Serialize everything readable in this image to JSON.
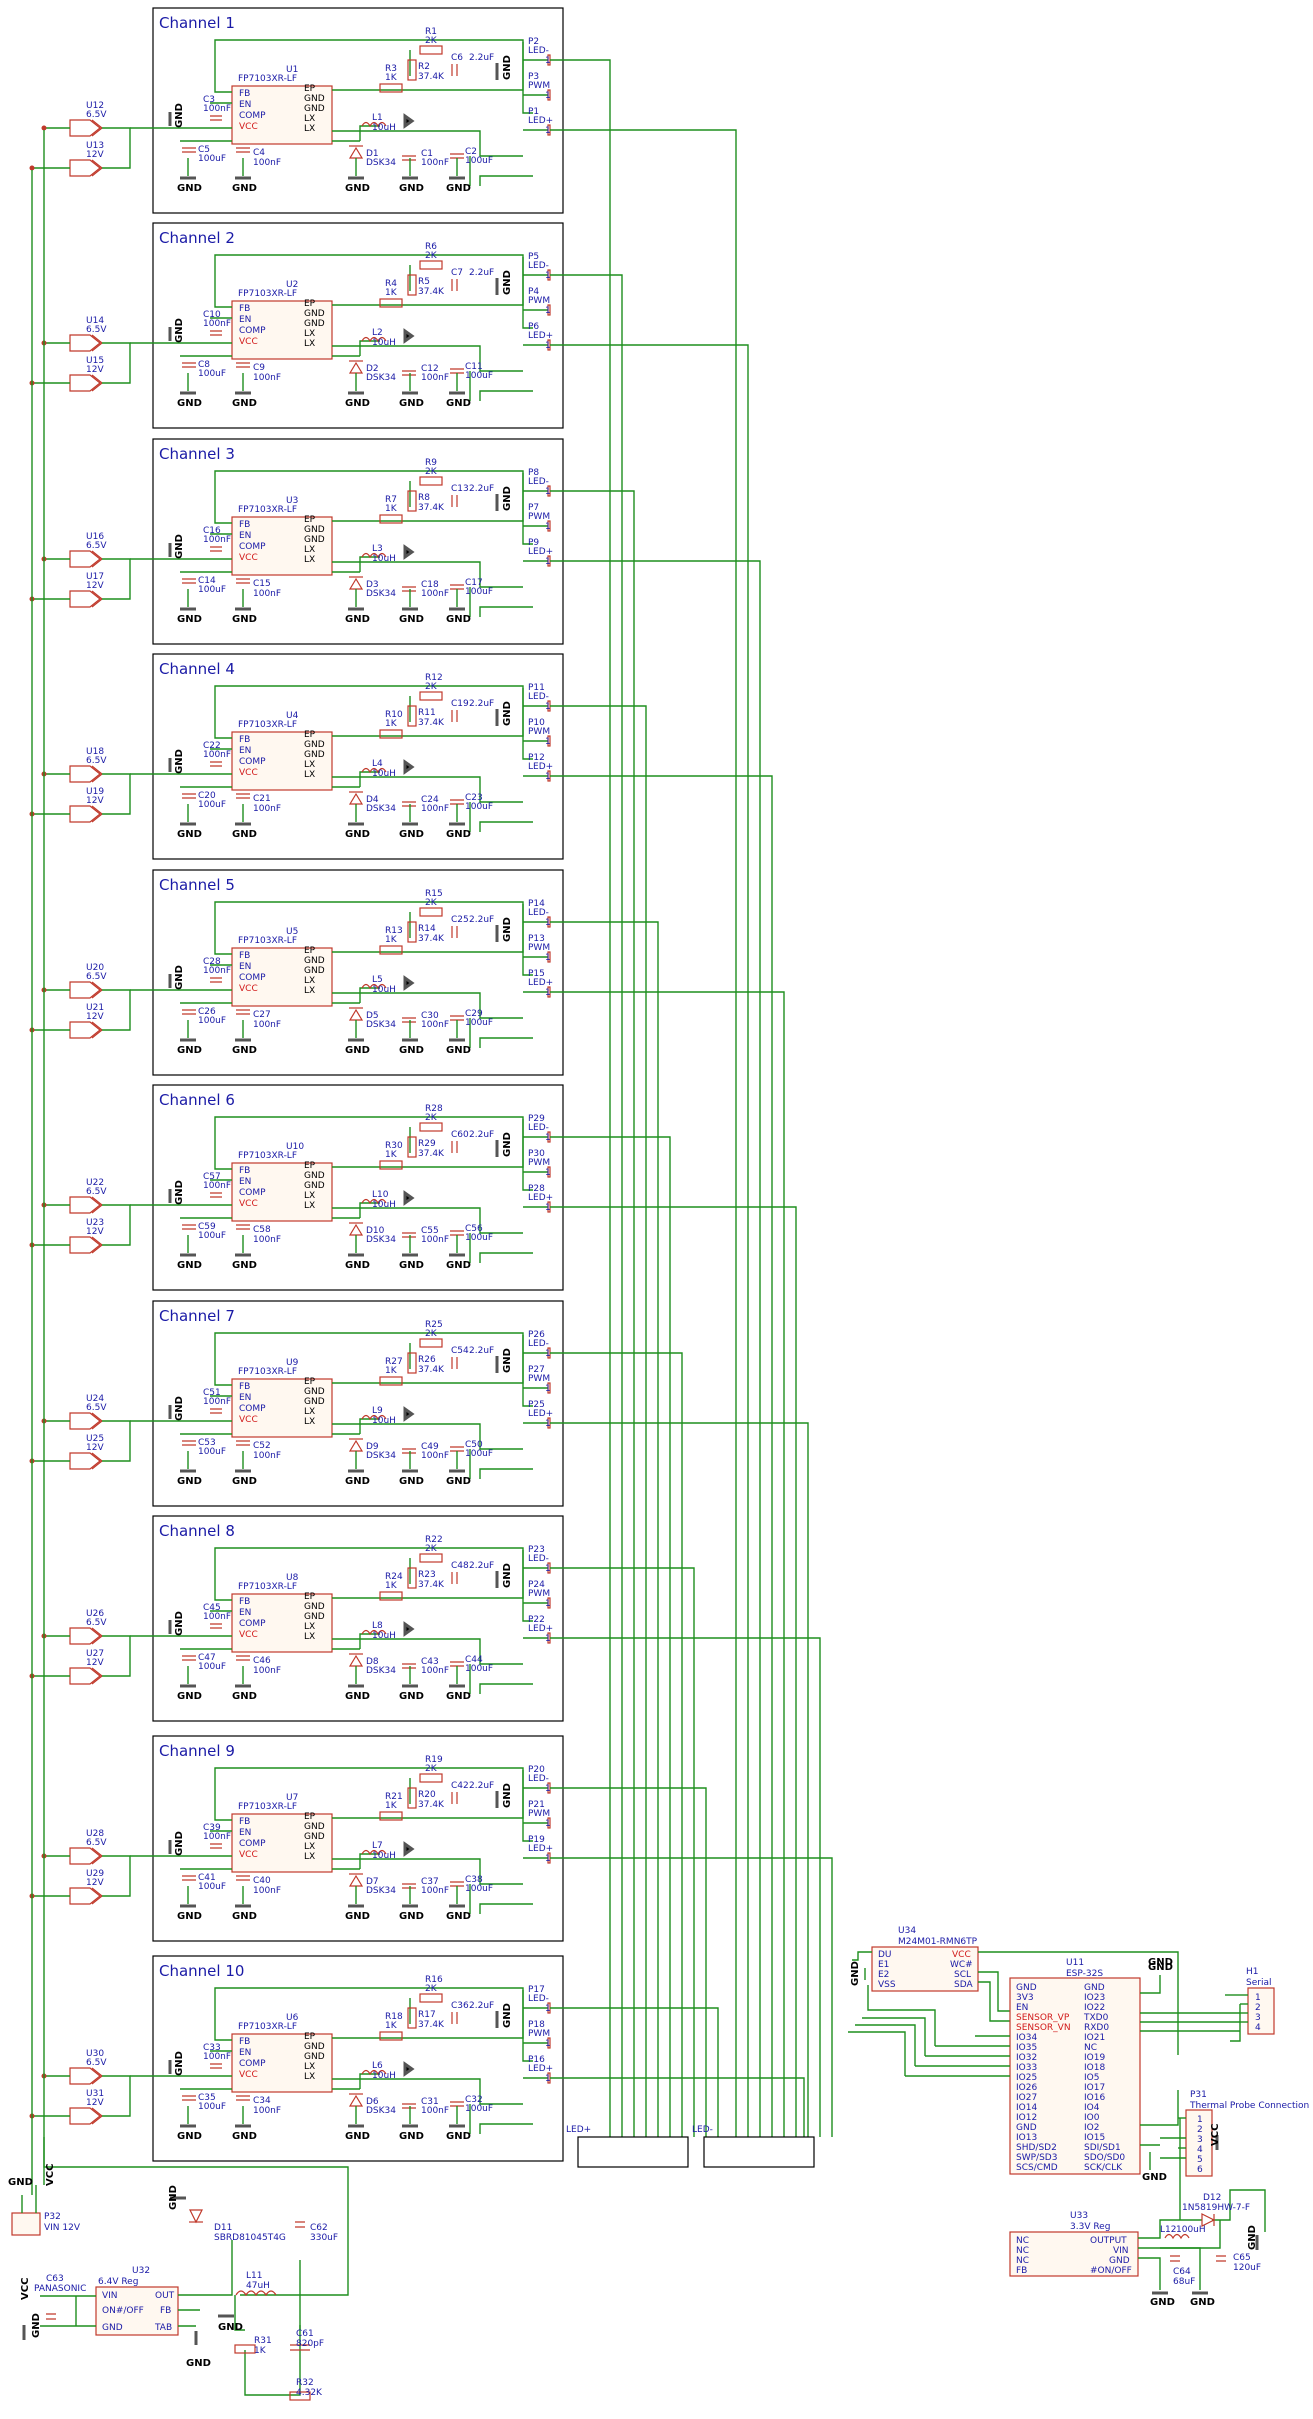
{
  "channel_labels": [
    "Channel 1",
    "Channel 2",
    "Channel 3",
    "Channel 4",
    "Channel 5",
    "Channel 6",
    "Channel 7",
    "Channel 8",
    "Channel 9",
    "Channel 10"
  ],
  "channels": [
    {
      "u": "U1",
      "r_top": "R1",
      "r_2": "R2",
      "r_3": "R3",
      "c_fb": "C6",
      "c_a": "C3",
      "c_b": "C5",
      "c_c": "C4",
      "c_d": "C1",
      "c_e": "C2",
      "l": "L1",
      "d": "D1",
      "p_m": "P2",
      "p_pwm": "P3",
      "p_p": "P1",
      "reg1": "U12",
      "reg2": "U13"
    },
    {
      "u": "U2",
      "r_top": "R6",
      "r_2": "R5",
      "r_3": "R4",
      "c_fb": "C7",
      "c_a": "C10",
      "c_b": "C8",
      "c_c": "C9",
      "c_d": "C12",
      "c_e": "C11",
      "l": "L2",
      "d": "D2",
      "p_m": "P5",
      "p_pwm": "P4",
      "p_p": "P6",
      "reg1": "U14",
      "reg2": "U15"
    },
    {
      "u": "U3",
      "r_top": "R9",
      "r_2": "R8",
      "r_3": "R7",
      "c_fb": "C13",
      "c_a": "C16",
      "c_b": "C14",
      "c_c": "C15",
      "c_d": "C18",
      "c_e": "C17",
      "l": "L3",
      "d": "D3",
      "p_m": "P8",
      "p_pwm": "P7",
      "p_p": "P9",
      "reg1": "U16",
      "reg2": "U17"
    },
    {
      "u": "U4",
      "r_top": "R12",
      "r_2": "R11",
      "r_3": "R10",
      "c_fb": "C19",
      "c_a": "C22",
      "c_b": "C20",
      "c_c": "C21",
      "c_d": "C24",
      "c_e": "C23",
      "l": "L4",
      "d": "D4",
      "p_m": "P11",
      "p_pwm": "P10",
      "p_p": "P12",
      "reg1": "U18",
      "reg2": "U19"
    },
    {
      "u": "U5",
      "r_top": "R15",
      "r_2": "R14",
      "r_3": "R13",
      "c_fb": "C25",
      "c_a": "C28",
      "c_b": "C26",
      "c_c": "C27",
      "c_d": "C30",
      "c_e": "C29",
      "l": "L5",
      "d": "D5",
      "p_m": "P14",
      "p_pwm": "P13",
      "p_p": "P15",
      "reg1": "U20",
      "reg2": "U21"
    },
    {
      "u": "U10",
      "r_top": "R28",
      "r_2": "R29",
      "r_3": "R30",
      "c_fb": "C60",
      "c_a": "C57",
      "c_b": "C59",
      "c_c": "C58",
      "c_d": "C55",
      "c_e": "C56",
      "l": "L10",
      "d": "D10",
      "p_m": "P29",
      "p_pwm": "P30",
      "p_p": "P28",
      "reg1": "U22",
      "reg2": "U23"
    },
    {
      "u": "U9",
      "r_top": "R25",
      "r_2": "R26",
      "r_3": "R27",
      "c_fb": "C54",
      "c_a": "C51",
      "c_b": "C53",
      "c_c": "C52",
      "c_d": "C49",
      "c_e": "C50",
      "l": "L9",
      "d": "D9",
      "p_m": "P26",
      "p_pwm": "P27",
      "p_p": "P25",
      "reg1": "U24",
      "reg2": "U25"
    },
    {
      "u": "U8",
      "r_top": "R22",
      "r_2": "R23",
      "r_3": "R24",
      "c_fb": "C48",
      "c_a": "C45",
      "c_b": "C47",
      "c_c": "C46",
      "c_d": "C43",
      "c_e": "C44",
      "l": "L8",
      "d": "D8",
      "p_m": "P23",
      "p_pwm": "P24",
      "p_p": "P22",
      "reg1": "U26",
      "reg2": "U27"
    },
    {
      "u": "U7",
      "r_top": "R19",
      "r_2": "R20",
      "r_3": "R21",
      "c_fb": "C42",
      "c_a": "C39",
      "c_b": "C41",
      "c_c": "C40",
      "c_d": "C37",
      "c_e": "C38",
      "l": "L7",
      "d": "D7",
      "p_m": "P20",
      "p_pwm": "P21",
      "p_p": "P19",
      "reg1": "U28",
      "reg2": "U29"
    },
    {
      "u": "U6",
      "r_top": "R16",
      "r_2": "R17",
      "r_3": "R18",
      "c_fb": "C36",
      "c_a": "C33",
      "c_b": "C35",
      "c_c": "C34",
      "c_d": "C31",
      "c_e": "C32",
      "l": "L6",
      "d": "D6",
      "p_m": "P17",
      "p_pwm": "P18",
      "p_p": "P16",
      "reg1": "U30",
      "reg2": "U31"
    }
  ],
  "common": {
    "ic_part": "FP7103XR-LF",
    "pins_left": [
      "FB",
      "EN",
      "COMP",
      "VCC"
    ],
    "pins_right": [
      "EP",
      "GND",
      "GND",
      "LX",
      "LX"
    ],
    "r_top_val": "2K",
    "r_2_val": "37.4K",
    "r_3_val": "1K",
    "c_fb_val": "2.2uF",
    "c_100n": "100nF",
    "c_100u": "100uF",
    "l_val": "10uH",
    "d_val": "DSK34",
    "p_m_label": "LED-",
    "p_pwm_label": "PWM",
    "p_p_label": "LED+",
    "pin1": "1",
    "reg1_val": "6.5V",
    "reg2_val": "12V",
    "gnd": "GND",
    "vcc": "VCC"
  },
  "bus_labels": {
    "led_plus": "LED+",
    "led_minus": "LED-"
  },
  "esp": {
    "ref": "U11",
    "part": "ESP-32S",
    "left_pins": [
      "GND",
      "3V3",
      "EN",
      "SENSOR_VP",
      "SENSOR_VN",
      "IO34",
      "IO35",
      "IO32",
      "IO33",
      "IO25",
      "IO26",
      "IO27",
      "IO14",
      "IO12",
      "GND",
      "IO13",
      "SHD/SD2",
      "SWP/SD3",
      "SCS/CMD"
    ],
    "right_pins": [
      "GND",
      "IO23",
      "IO22",
      "TXD0",
      "RXD0",
      "IO21",
      "NC",
      "IO19",
      "IO18",
      "IO5",
      "IO17",
      "IO16",
      "IO4",
      "IO0",
      "IO2",
      "IO15",
      "SDI/SD1",
      "SDO/SD0",
      "SCK/CLK"
    ]
  },
  "eeprom": {
    "ref": "U34",
    "part": "M24M01-RMN6TP",
    "left": [
      "DU",
      "E1",
      "E2",
      "VSS"
    ],
    "right": [
      "VCC",
      "WC#",
      "SCL",
      "SDA"
    ]
  },
  "serial": {
    "ref": "H1",
    "name": "Serial",
    "pins": [
      "1",
      "2",
      "3",
      "4"
    ]
  },
  "probe": {
    "ref": "P31",
    "name": "Thermal Probe Connection",
    "pins": [
      "1",
      "2",
      "3",
      "4",
      "5",
      "6"
    ]
  },
  "reg33": {
    "ref": "U33",
    "name": "3.3V Reg",
    "left": [
      "NC",
      "NC",
      "NC",
      "FB"
    ],
    "right": [
      "OUTPUT",
      "VIN",
      "GND",
      "#ON/OFF"
    ],
    "d12": "D12",
    "d12_val": "1N5819HW-7-F",
    "l12": "L12",
    "l12_val": "100uH",
    "c64": "C64",
    "c64_val": "68uF",
    "c65": "C65",
    "c65_val": "120uF"
  },
  "reg64": {
    "ref": "U32",
    "name": "6.4V Reg",
    "left": [
      "VIN",
      "ON#/OFF",
      "GND"
    ],
    "right": [
      "OUT",
      "FB",
      "TAB"
    ],
    "c63": "C63",
    "c63_val": "PANASONIC",
    "d11": "D11",
    "d11_val": "SBRD81045T4G",
    "c62": "C62",
    "c62_val": "330uF",
    "l11": "L11",
    "l11_val": "47uH",
    "r31": "R31",
    "r31_val": "1K",
    "c61": "C61",
    "c61_val": "820pF",
    "r32": "R32",
    "r32_val": "4.32K"
  },
  "power_in": {
    "ref": "P32",
    "label": "VIN 12V"
  }
}
